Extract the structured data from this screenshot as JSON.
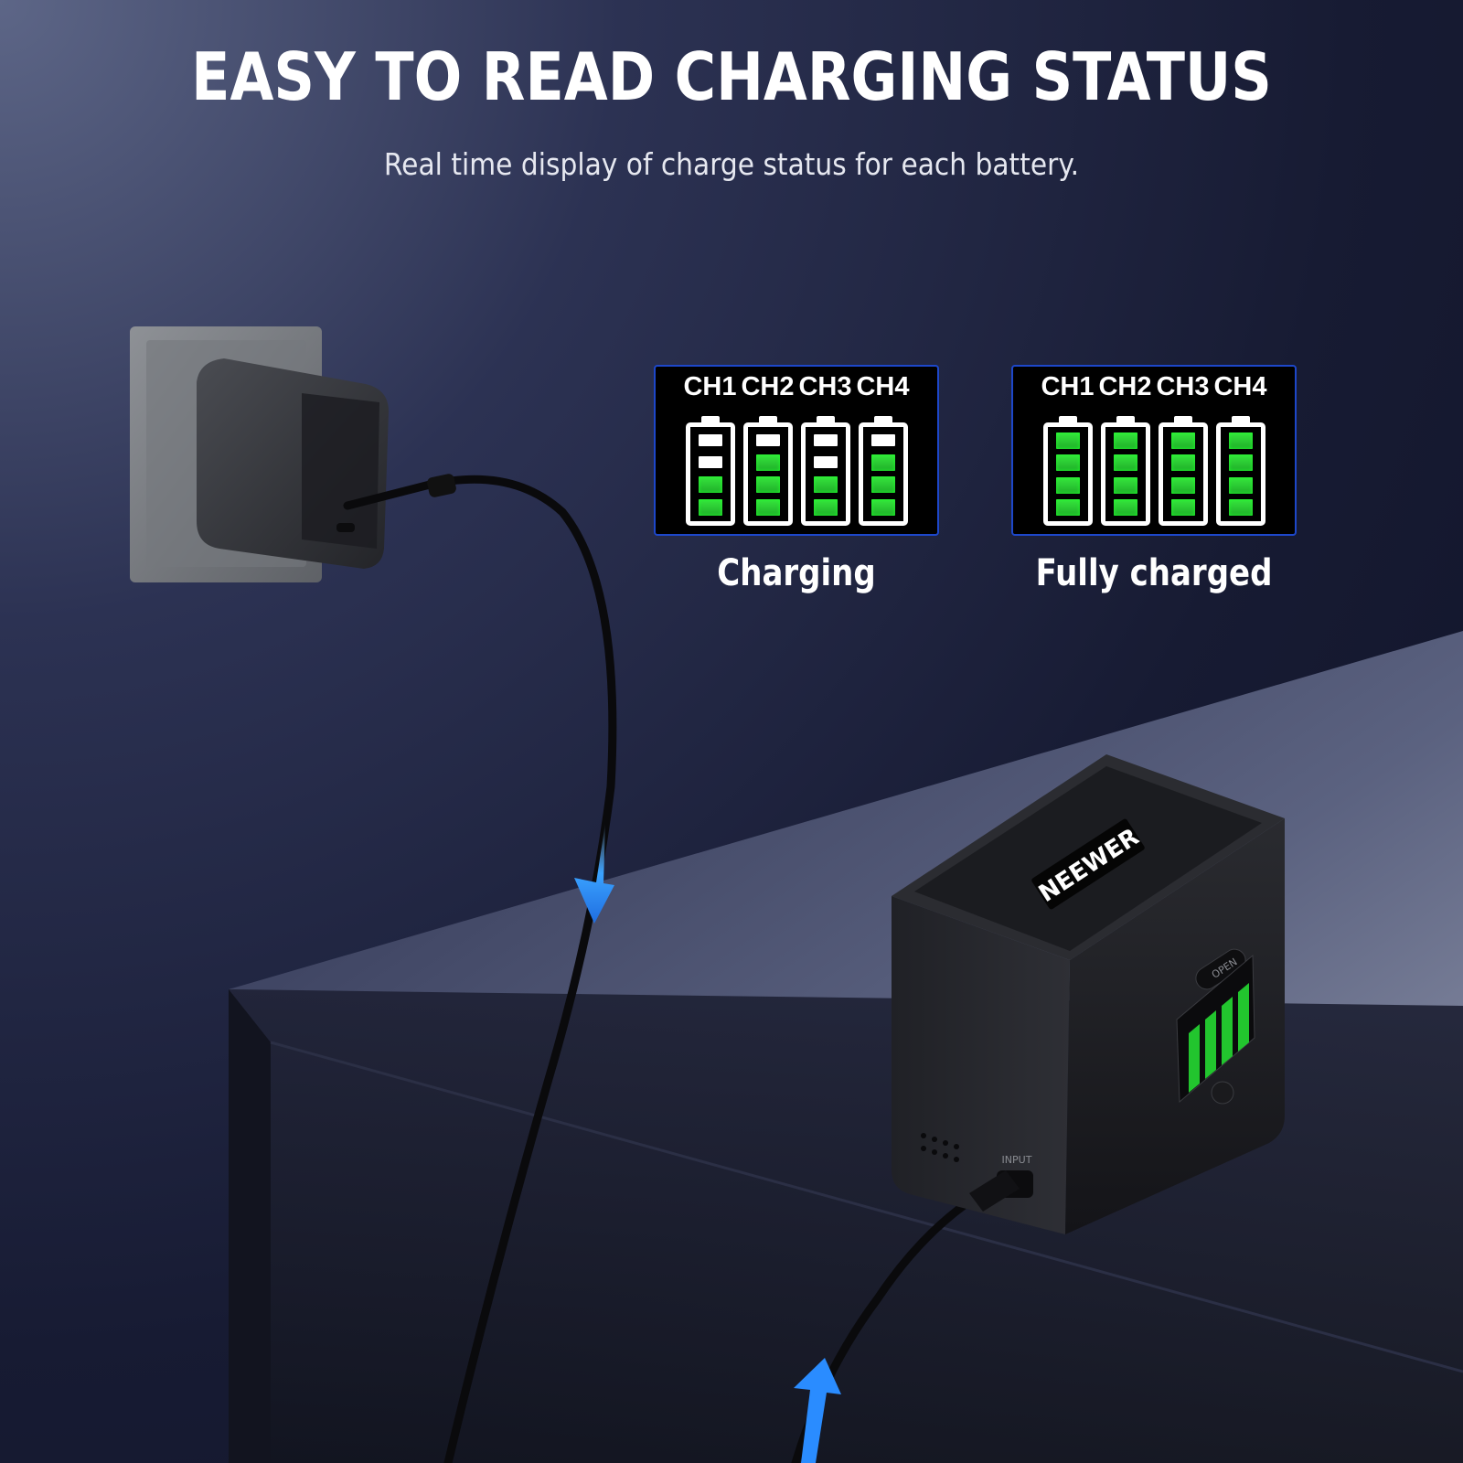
{
  "headline": "EASY TO READ CHARGING STATUS",
  "subheadline": "Real time display of charge status for each battery.",
  "status_panels": [
    {
      "caption": "Charging",
      "channels": [
        {
          "label": "CH1",
          "filled_segments": 2,
          "total_segments": 4
        },
        {
          "label": "CH2",
          "filled_segments": 3,
          "total_segments": 4
        },
        {
          "label": "CH3",
          "filled_segments": 2,
          "total_segments": 4
        },
        {
          "label": "CH4",
          "filled_segments": 3,
          "total_segments": 4
        }
      ]
    },
    {
      "caption": "Fully charged",
      "channels": [
        {
          "label": "CH1",
          "filled_segments": 4,
          "total_segments": 4
        },
        {
          "label": "CH2",
          "filled_segments": 4,
          "total_segments": 4
        },
        {
          "label": "CH3",
          "filled_segments": 4,
          "total_segments": 4
        },
        {
          "label": "CH4",
          "filled_segments": 4,
          "total_segments": 4
        }
      ]
    }
  ],
  "device": {
    "brand": "NEEWER",
    "open_label": "OPEN",
    "input_label": "INPUT"
  },
  "icons": [
    "wall-adapter-icon",
    "charging-hub-icon",
    "flow-arrow-icon"
  ],
  "colors": {
    "accent_blue": "#1f8bff",
    "indicator_green": "#2bd836",
    "panel_border": "#1d47c9"
  }
}
